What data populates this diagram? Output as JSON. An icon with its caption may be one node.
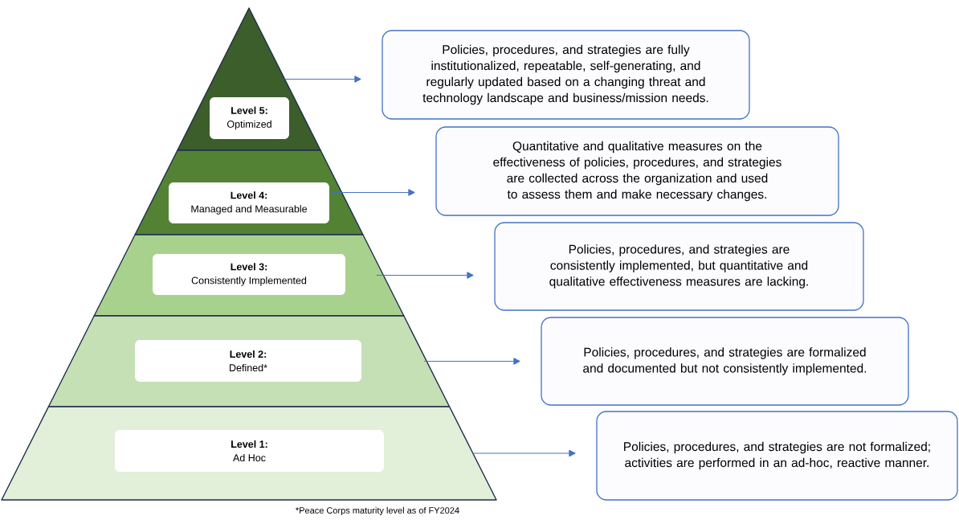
{
  "diagram": {
    "nodes": [
      {
        "text": [],
        "shape": "band"
      },
      {
        "text": [
          "Level 5:",
          "Optimized"
        ],
        "in": 0
      },
      {
        "text": [
          "Policies, procedures, and strategies are fully institutionalized, repeatable, self-generating, and regularly updated based on a changing threat and technology landscape and business/mission needs."
        ]
      },
      {
        "text": [],
        "shape": "band"
      },
      {
        "text": [
          "Level 4:",
          "Managed and Measurable"
        ],
        "in": 3
      },
      {
        "text": [
          "Quantitative and qualitative measures on the effectiveness of policies, procedures, and strategies are collected across the organization and used to assess them and make necessary changes."
        ]
      },
      {
        "text": [],
        "shape": "band"
      },
      {
        "text": [
          "Level 3:",
          "Consistently Implemented"
        ],
        "in": 6
      },
      {
        "text": [
          "Policies, procedures, and strategies are consistently implemented, but quantitative and qualitative effectiveness measures are lacking."
        ]
      },
      {
        "text": [],
        "shape": "band"
      },
      {
        "text": [
          "Level 2:",
          "Defined*"
        ],
        "in": 9
      },
      {
        "text": [
          "Policies, procedures, and strategies are formalized and documented but not consistently implemented."
        ]
      },
      {
        "text": [],
        "shape": "band"
      },
      {
        "text": [
          "Level 1:",
          "Ad Hoc"
        ],
        "in": 12
      },
      {
        "text": [
          "Policies, procedures, and strategies are not formalized; activities are performed in an ad-hoc, reactive manner."
        ]
      }
    ],
    "edges": [
      {
        "from": 0,
        "to": 2,
        "arrow": "to"
      },
      {
        "from": 3,
        "to": 5,
        "arrow": "to"
      },
      {
        "from": 6,
        "to": 8,
        "arrow": "to"
      },
      {
        "from": 9,
        "to": 11,
        "arrow": "to"
      },
      {
        "from": 12,
        "to": 14,
        "arrow": "to"
      }
    ],
    "labels": [
      "*Peace Corps maturity level as of FY2024"
    ]
  }
}
